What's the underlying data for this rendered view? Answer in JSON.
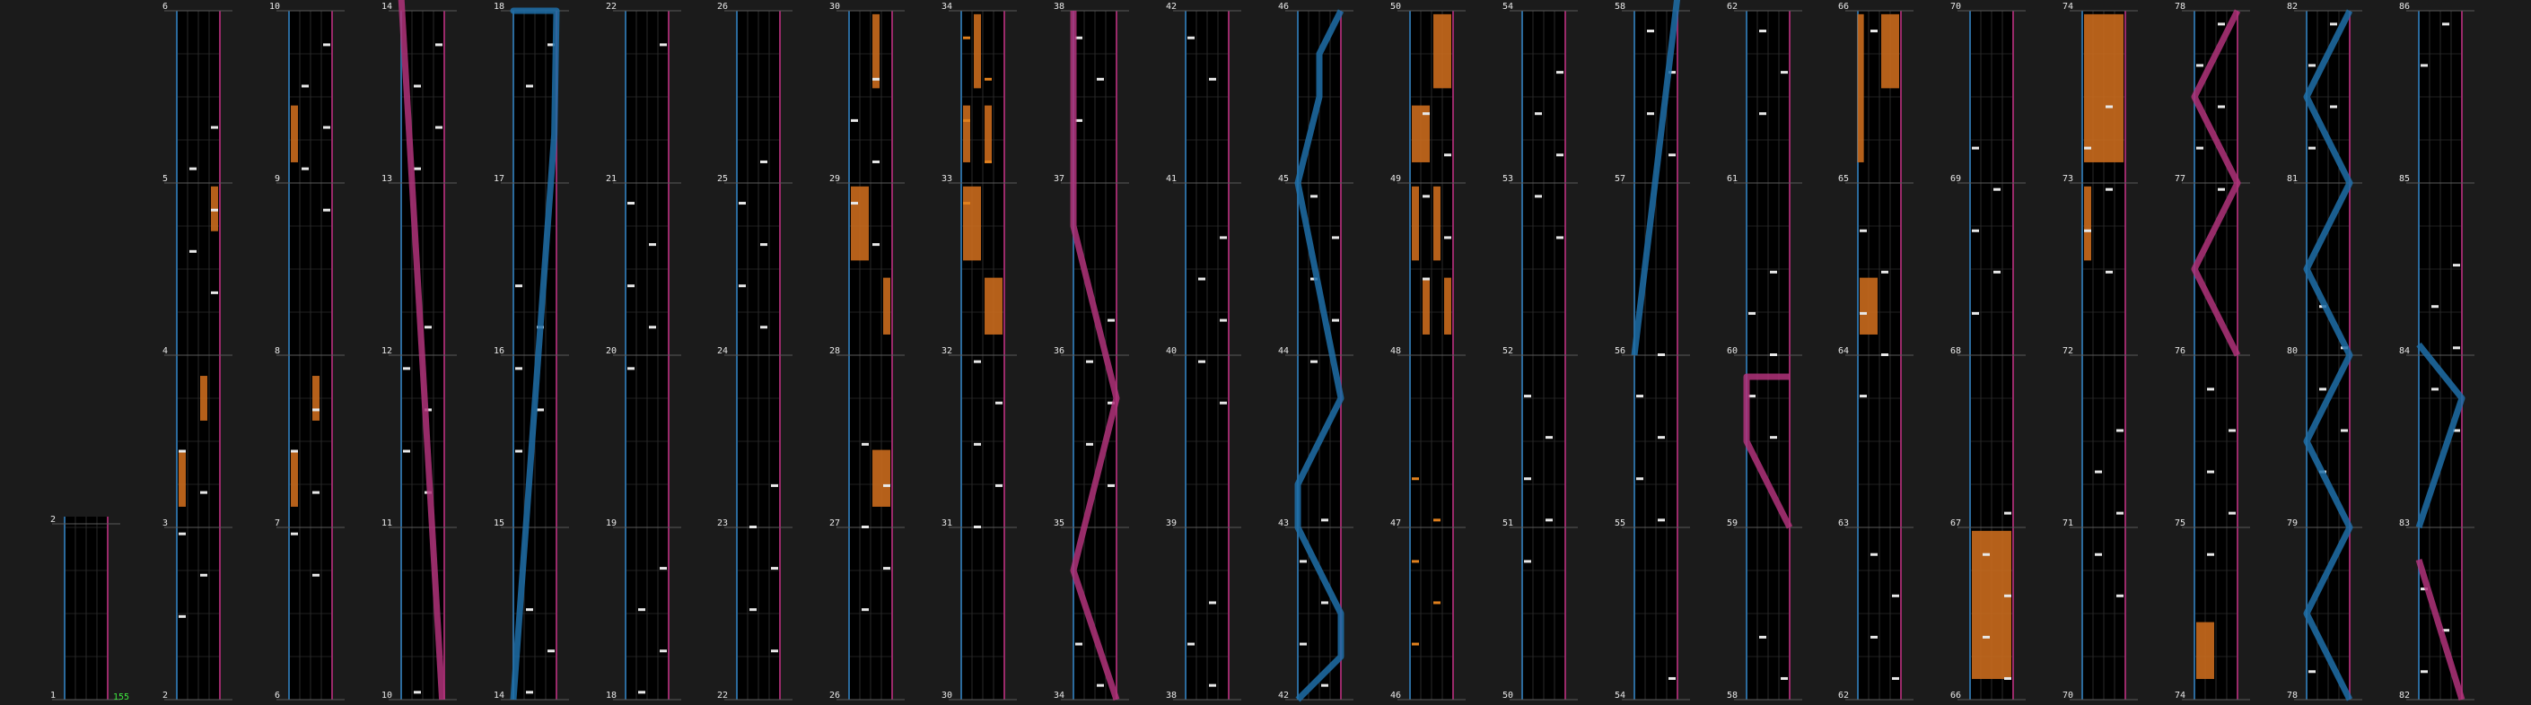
{
  "bpm_label": "155",
  "colors": {
    "background": "#1b1b1b",
    "lane": "#000000",
    "knob_left": "#1e6fa8",
    "knob_right": "#b0337a",
    "hold": "#c96a1d",
    "chip": "#e8e8e8",
    "fx_chip": "#e0801e",
    "bpm": "#3ee83e"
  },
  "columns": [
    {
      "measures": [
        "1",
        "2"
      ]
    },
    {
      "measures": [
        "2",
        "3",
        "4",
        "5",
        "6"
      ]
    },
    {
      "measures": [
        "6",
        "7",
        "8",
        "9",
        "10"
      ]
    },
    {
      "measures": [
        "10",
        "11",
        "12",
        "13",
        "14"
      ]
    },
    {
      "measures": [
        "14",
        "15",
        "16",
        "17",
        "18"
      ]
    },
    {
      "measures": [
        "18",
        "19",
        "20",
        "21",
        "22"
      ]
    },
    {
      "measures": [
        "22",
        "23",
        "24",
        "25",
        "26"
      ]
    },
    {
      "measures": [
        "26",
        "27",
        "28",
        "29",
        "30"
      ]
    },
    {
      "measures": [
        "30",
        "31",
        "32",
        "33",
        "34"
      ]
    },
    {
      "measures": [
        "34",
        "35",
        "36",
        "37",
        "38"
      ]
    },
    {
      "measures": [
        "38",
        "39",
        "40",
        "41",
        "42"
      ]
    },
    {
      "measures": [
        "42",
        "43",
        "44",
        "45",
        "46"
      ]
    },
    {
      "measures": [
        "46",
        "47",
        "48",
        "49",
        "50"
      ]
    },
    {
      "measures": [
        "50",
        "51",
        "52",
        "53",
        "54"
      ]
    },
    {
      "measures": [
        "54",
        "55",
        "56",
        "57",
        "58"
      ]
    },
    {
      "measures": [
        "58",
        "59",
        "60",
        "61",
        "62"
      ]
    },
    {
      "measures": [
        "62",
        "63",
        "64",
        "65",
        "66"
      ]
    },
    {
      "measures": [
        "66",
        "67",
        "68",
        "69",
        "70"
      ]
    },
    {
      "measures": [
        "70",
        "71",
        "72",
        "73",
        "74"
      ]
    },
    {
      "measures": [
        "74",
        "75",
        "76",
        "77",
        "78"
      ]
    },
    {
      "measures": [
        "78",
        "79",
        "80",
        "81",
        "82"
      ]
    },
    {
      "measures": [
        "82",
        "83",
        "84",
        "85",
        "86"
      ]
    }
  ]
}
